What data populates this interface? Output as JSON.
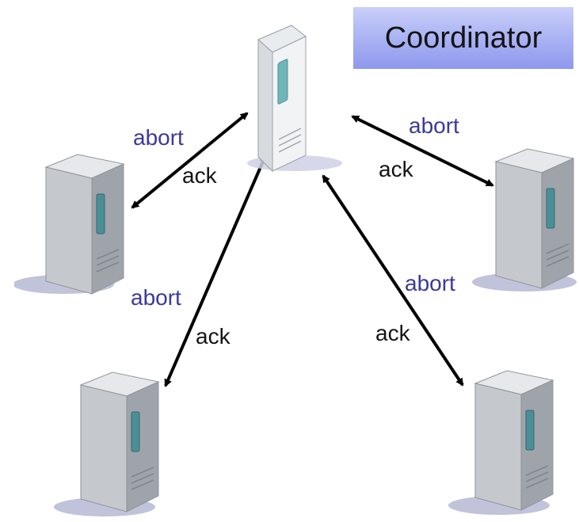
{
  "title_box": {
    "text": "Coordinator"
  },
  "servers": [
    {
      "role": "coordinator"
    },
    {
      "role": "participant"
    },
    {
      "role": "participant"
    },
    {
      "role": "participant"
    },
    {
      "role": "participant"
    }
  ],
  "links": [
    {
      "abort_label": "abort",
      "ack_label": "ack"
    },
    {
      "abort_label": "abort",
      "ack_label": "ack"
    },
    {
      "abort_label": "abort",
      "ack_label": "ack"
    },
    {
      "abort_label": "abort",
      "ack_label": "ack"
    }
  ],
  "colors": {
    "abort_text": "#3b3a99",
    "ack_text": "#141414",
    "box_fill": "#a7b0f3",
    "arrow": "#000000"
  }
}
